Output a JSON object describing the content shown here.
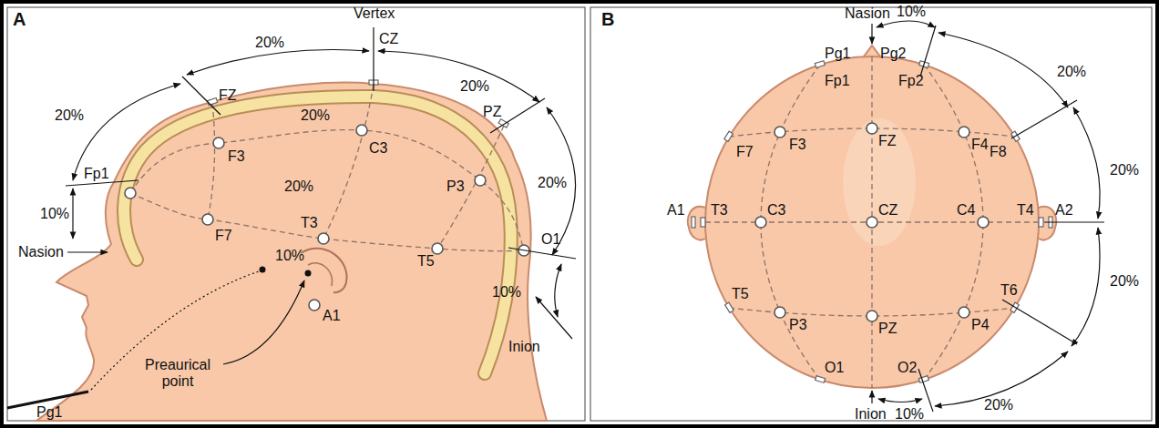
{
  "diagram": {
    "labels": [
      "A",
      "Vertex",
      "20%",
      "20%",
      "20%",
      "FZ",
      "CZ",
      "20%",
      "F3",
      "C3",
      "Fp1",
      "20%",
      "10%",
      "F7",
      "P3",
      "PZ",
      "20%",
      "T3",
      "T5",
      "O1",
      "Nasion",
      "10%",
      "Preaurical point",
      "A1",
      "10%",
      "Inion",
      "Pg1",
      "B",
      "Nasion",
      "10%",
      "Pg1",
      "Pg2",
      "Fp1",
      "Fp2",
      "20%",
      "F7",
      "F3",
      "FZ",
      "F4",
      "F8",
      "20%",
      "A1",
      "T3",
      "C3",
      "CZ",
      "C4",
      "T4",
      "A2",
      "20%",
      "T5",
      "P3",
      "PZ",
      "P4",
      "T6",
      "20%",
      "O1",
      "O2",
      "Inion",
      "10%"
    ]
  }
}
